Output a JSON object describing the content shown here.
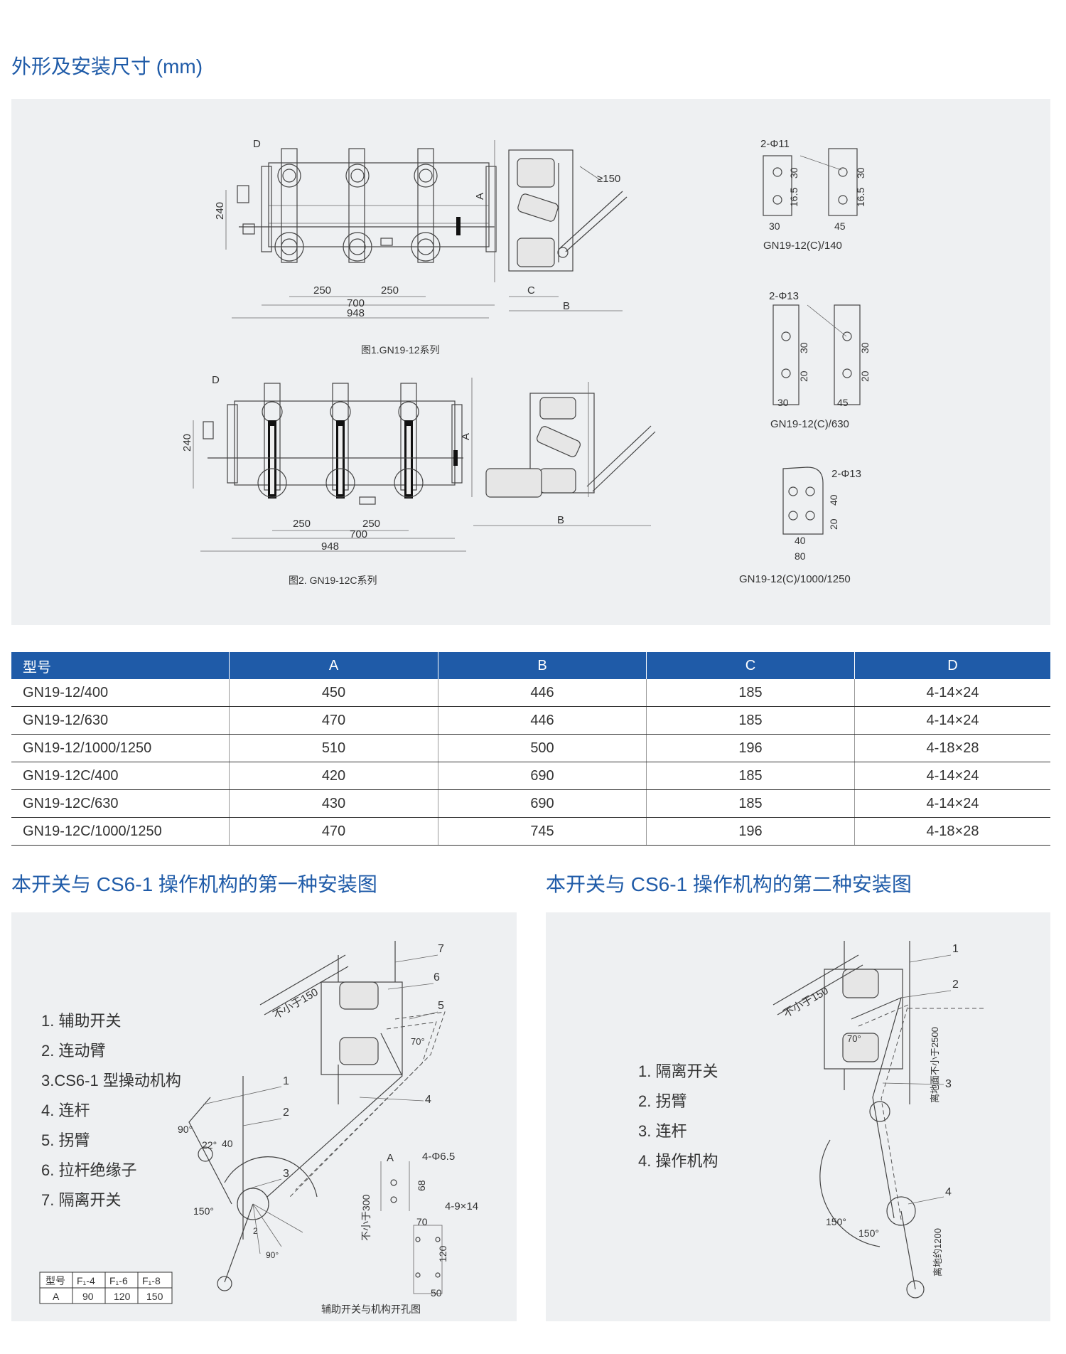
{
  "section_titles": {
    "dimensions": "外形及安装尺寸 (mm)",
    "install_1": "本开关与 CS6-1 操作机构的第一种安装图",
    "install_2": "本开关与 CS6-1 操作机构的第二种安装图"
  },
  "drawings": {
    "fig1": {
      "caption": "图1.GN19-12系列",
      "dims": {
        "d": "D",
        "h240": "240",
        "w250a": "250",
        "w250b": "250",
        "w700": "700",
        "w948": "948",
        "a": "A",
        "c": "C",
        "b": "B",
        "ge150": "≥150"
      }
    },
    "fig2": {
      "caption": "图2. GN19-12C系列",
      "dims": {
        "d": "D",
        "h240": "240",
        "w250a": "250",
        "w250b": "250",
        "w700": "700",
        "w948": "948",
        "a": "A",
        "b": "B"
      }
    },
    "term140": {
      "caption": "GN19-12(C)/140",
      "hole": "2-Φ11",
      "d30v": "30",
      "d16": "16.5",
      "d30h": "30",
      "d45": "45",
      "d30v2": "30",
      "d16b": "16.5"
    },
    "term630": {
      "caption": "GN19-12(C)/630",
      "hole": "2-Φ13",
      "d30v": "30",
      "d20": "20",
      "d30h": "30",
      "d45": "45",
      "d30v2": "30",
      "d20b": "20"
    },
    "term1000": {
      "caption": "GN19-12(C)/1000/1250",
      "hole": "2-Φ13",
      "d40v": "40",
      "d20": "20",
      "d40h": "40",
      "d80": "80"
    }
  },
  "spec_table": {
    "headers": [
      "型号",
      "A",
      "B",
      "C",
      "D"
    ],
    "rows": [
      [
        "GN19-12/400",
        "450",
        "446",
        "185",
        "4-14×24"
      ],
      [
        "GN19-12/630",
        "470",
        "446",
        "185",
        "4-14×24"
      ],
      [
        "GN19-12/1000/1250",
        "510",
        "500",
        "196",
        "4-18×28"
      ],
      [
        "GN19-12C/400",
        "420",
        "690",
        "185",
        "4-14×24"
      ],
      [
        "GN19-12C/630",
        "430",
        "690",
        "185",
        "4-14×24"
      ],
      [
        "GN19-12C/1000/1250",
        "470",
        "745",
        "196",
        "4-18×28"
      ]
    ]
  },
  "install_1": {
    "parts": [
      "1. 辅助开关",
      "2. 连动臂",
      "3.CS6-1 型操动机构",
      "4. 连杆",
      "5. 拐臂",
      "6. 拉杆绝缘子",
      "7. 隔离开关"
    ],
    "labels": {
      "n1": "1",
      "n2": "2",
      "n3": "3",
      "n4": "4",
      "n5": "5",
      "n6": "6",
      "n7": "7",
      "min150": "不小于150",
      "a70": "70°",
      "a90": "90°",
      "a22": "22°",
      "d40": "40",
      "a150": "150°",
      "a90b": "90°",
      "a2": "2"
    },
    "hole_drawing": {
      "caption": "辅助开关与机构开孔图",
      "a": "A",
      "holes1": "4-Φ6.5",
      "d68": "68",
      "min300": "不小于300",
      "d70": "70",
      "holes2": "4-9×14",
      "d120": "120",
      "d50": "50"
    },
    "mini_table": {
      "headers": [
        "型号",
        "F₁-4",
        "F₁-6",
        "F₁-8"
      ],
      "row": [
        "A",
        "90",
        "120",
        "150"
      ]
    }
  },
  "install_2": {
    "parts": [
      "1. 隔离开关",
      "2. 拐臂",
      "3. 连杆",
      "4. 操作机构"
    ],
    "labels": {
      "n1": "1",
      "n2": "2",
      "n3": "3",
      "n4": "4",
      "min150": "不小于150",
      "a70": "70°",
      "ground2500": "离地面不小于2500",
      "a150": "150°",
      "a150b": "150°",
      "ground1200": "离地约1200"
    }
  },
  "colors": {
    "accent": "#1f5ba8",
    "panel": "#eef0f2",
    "text": "#333333"
  }
}
